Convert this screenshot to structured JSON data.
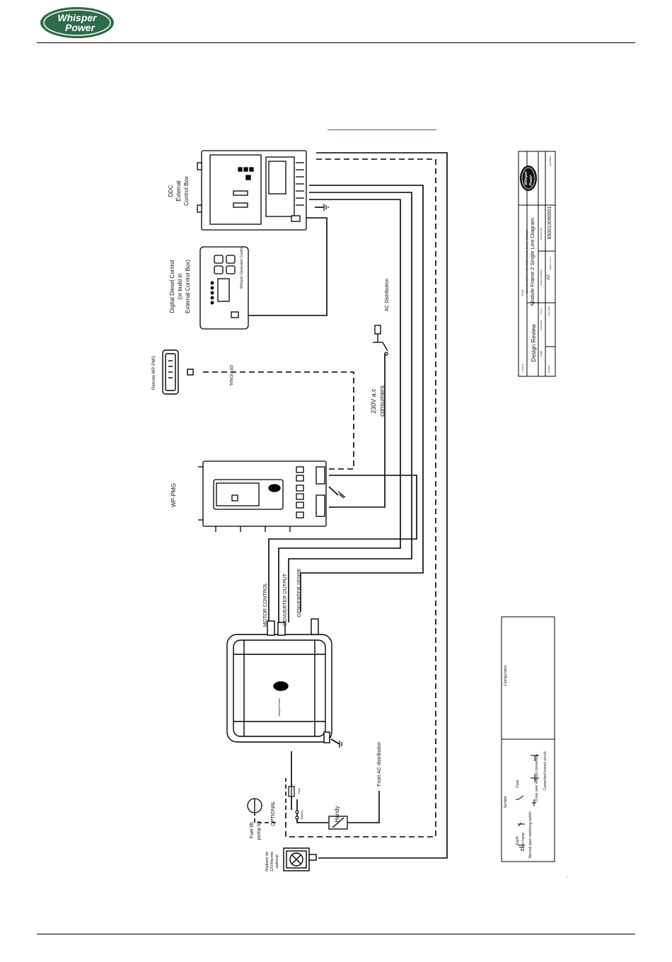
{
  "brand": {
    "logo_line1": "Whisper",
    "logo_line2": "Power",
    "color": "#2e6b4a"
  },
  "labels": {
    "ddc_box": [
      "DDC",
      "External",
      "Control Box"
    ],
    "digital_diesel": [
      "Digital Diesel Control",
      "(or build in",
      "External Control Box)"
    ],
    "remote_wp_pmg": "Remote WP-PMG",
    "optional_top": "OPTIONAL",
    "ac_distribution": "AC Distribution",
    "consumers": [
      "230V a.c",
      "consumers"
    ],
    "wp_pmg": "WP-PMG",
    "motor_control": "MOTOR CONTROL",
    "genverter_output": "GENVERTER OUTPUT",
    "genverter_sense": "GENVERTER SENSE",
    "from_ac": "From AC distribution",
    "handy": "Handy",
    "fuse_small": "Fuse",
    "battery_small": "Battery",
    "optional_bottom": "OPTIONAL",
    "fuel_lift": [
      "Fuel lift",
      "pump kit"
    ],
    "radiator": [
      "Radiator kit",
      "12V/thermo",
      "optional"
    ]
  },
  "panel_text": {
    "ddc_unit": "Whisper Generator Control",
    "wp_pmg_unit": "WhisperPower"
  },
  "legend": {
    "symbol_header": "Symbol",
    "configuration_header": "Configuration",
    "items": [
      "Earth",
      "Earth frame",
      "Normal open switching switch",
      "Fuse",
      "Cross over without connection",
      "Connected branch circuit"
    ]
  },
  "title_block": {
    "title_label": "TITLE",
    "title_line1": "25kw WHISPER PRO MODE Combi-Set CV Radiator",
    "title_line2": "Module Frame 2 Single Line Diagram",
    "status": "Design Review",
    "size": "A2",
    "drawing_number": "950013090001",
    "sheet": "SHEET 1 OF 1",
    "date": "20-2-2009",
    "drawn": "DRAWN",
    "checked": "CHECKED",
    "revision_label": "REVISION",
    "article_label": "ARTICLE NO.",
    "sheet_format_label": "SHEET FORMAT",
    "status_label": "STATUS",
    "name_label": "NAME",
    "date_label": "DATE",
    "logo_line1": "Whisper",
    "logo_line2": "Power"
  },
  "footer_mark": "."
}
